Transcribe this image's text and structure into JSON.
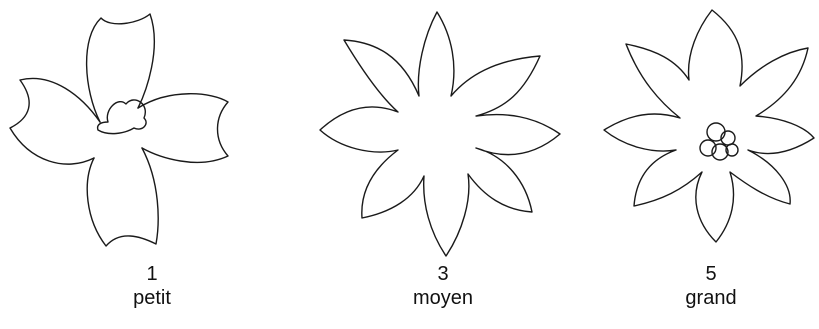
{
  "figure": {
    "ink_color": "#1a1a1a",
    "flowers": [
      {
        "number": "1",
        "label": "petit"
      },
      {
        "number": "3",
        "label": "moyen"
      },
      {
        "number": "5",
        "label": "grand"
      }
    ]
  }
}
